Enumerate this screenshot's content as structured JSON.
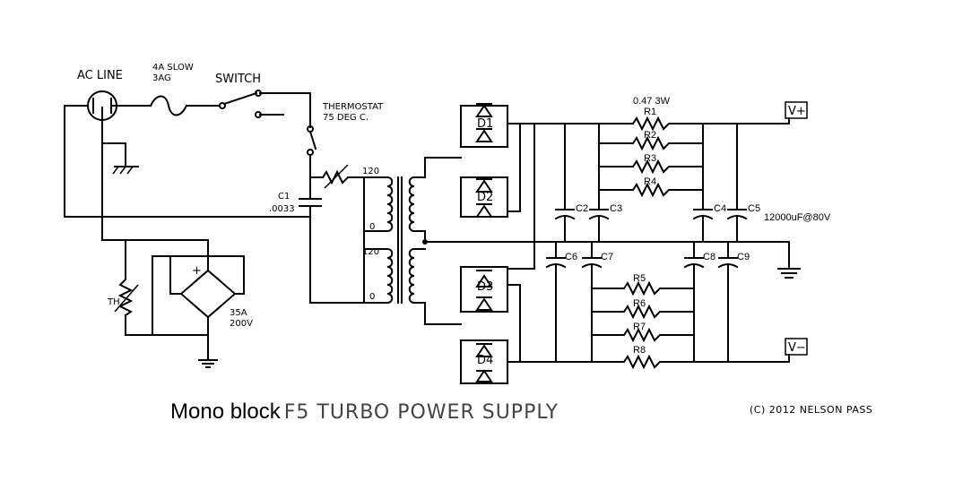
{
  "title": {
    "part1": "Mono block",
    "part2": "F5 TURBO POWER SUPPLY"
  },
  "copyright": "(C) 2012 NELSON PASS",
  "labels": {
    "ac_line": "AC LINE",
    "fuse": "4A SLOW",
    "fuse2": "3AG",
    "switch": "SWITCH",
    "thermostat": "THERMOSTAT",
    "thermostat2": "75 DEG C.",
    "c1": "C1",
    "c1_val": ".0033",
    "th": "TH",
    "bridge_plus": "+",
    "bridge_rating": "35A",
    "bridge_rating2": "200V",
    "tap_120_top": "120",
    "tap_0_top": "0",
    "tap_120_bot": "120",
    "tap_0_bot": "0",
    "d1": "D1",
    "d2": "D2",
    "d3": "D3",
    "d4": "D4",
    "r1_val": "0.47 3W",
    "r1": "R1",
    "r2": "R2",
    "r3": "R3",
    "r4": "R4",
    "r5": "R5",
    "r6": "R6",
    "r7": "R7",
    "r8": "R8",
    "c2": "C2",
    "c3": "C3",
    "c4": "C4",
    "c5": "C5",
    "c6": "C6",
    "c7": "C7",
    "c8": "C8",
    "c9": "C9",
    "cap_val": "12000uF@80V",
    "vplus": "V+",
    "vminus": "V−"
  }
}
